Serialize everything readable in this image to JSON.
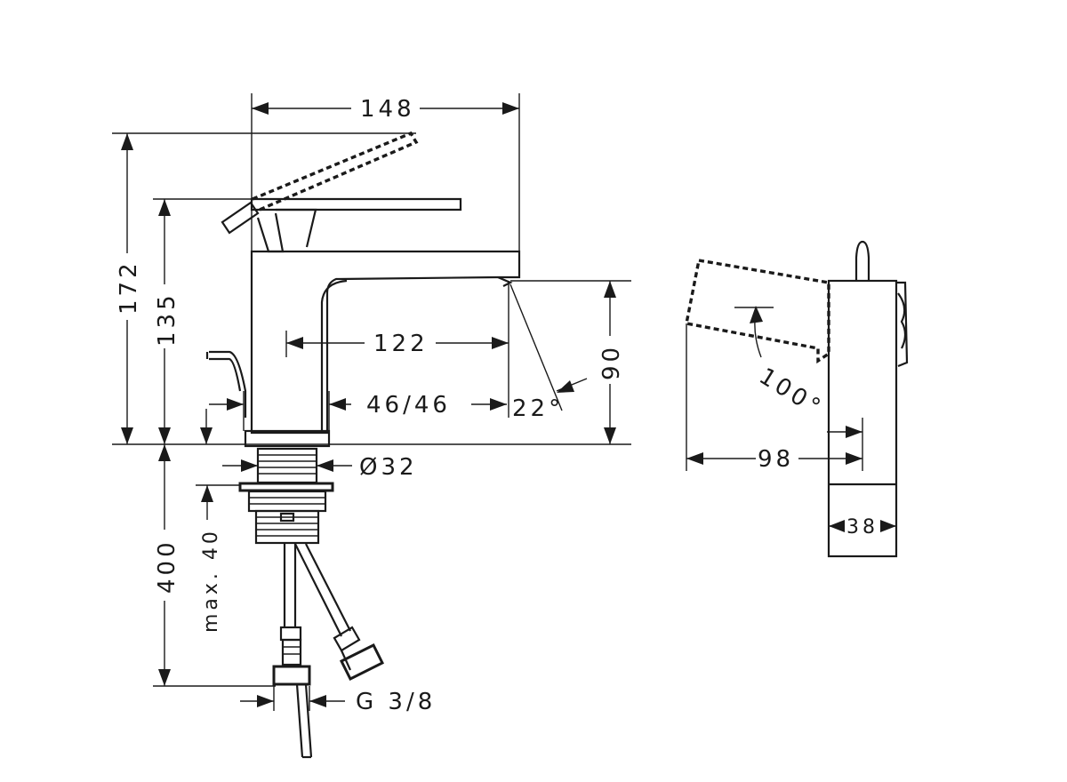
{
  "dimensions": {
    "width_total": "148",
    "height_total": "172",
    "height_handle": "135",
    "spout_reach": "122",
    "spout_height": "90",
    "deck_hole": "46/46",
    "angle_spout": "22°",
    "pipe_diameter": "Ø32",
    "below_deck": "400",
    "max_thickness": "max. 40",
    "thread": "G 3/8",
    "side_reach": "98",
    "side_width": "38",
    "lever_angle": "100°"
  }
}
